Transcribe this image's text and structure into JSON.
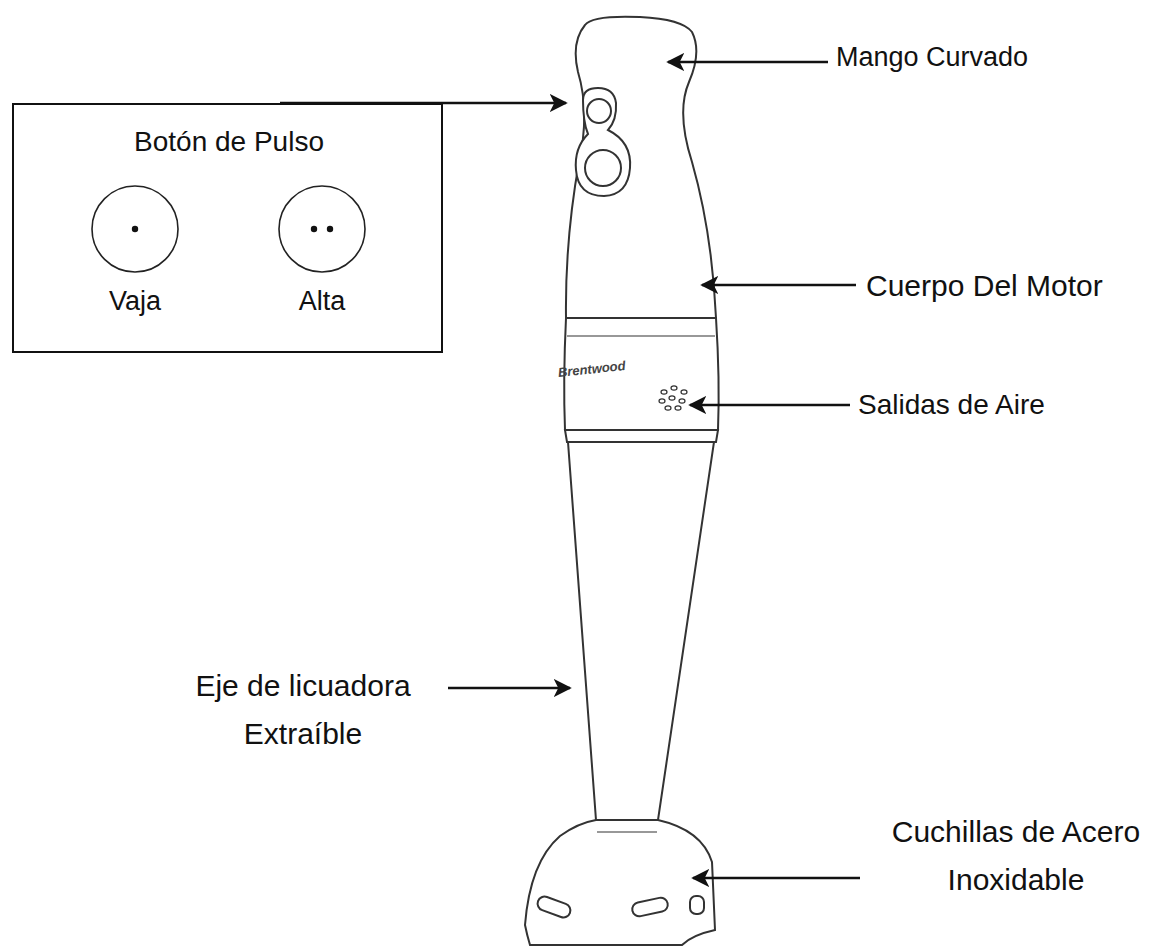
{
  "diagram": {
    "nodes": [
      {
        "text": [
          "Botón de Pulso",
          "Vaja",
          "Alta"
        ]
      }
    ],
    "labels": [
      "Mango Curvado",
      "Cuerpo Del Motor",
      "Salidas de Aire",
      "Eje de licuadora Extraíble",
      "Cuchillas de Acero Inoxidable",
      "Brentwood"
    ]
  }
}
